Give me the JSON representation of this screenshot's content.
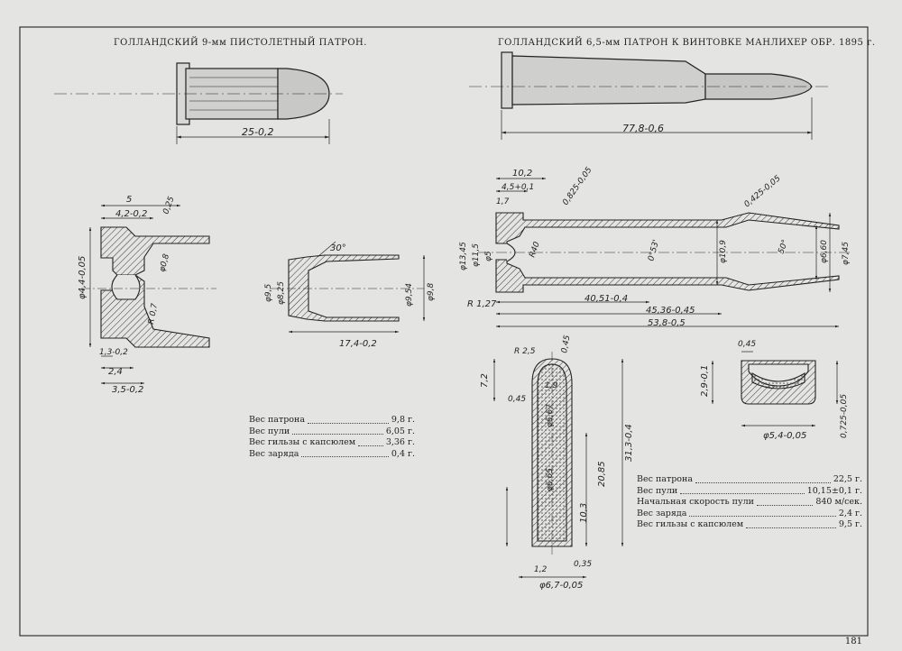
{
  "titles": {
    "pistol": "ГОЛЛАНДСКИЙ 9-мм ПИСТОЛЕТНЫЙ ПАТРОН.",
    "rifle": "ГОЛЛАНДСКИЙ 6,5-мм ПАТРОН К ВИНТОВКЕ МАНЛИХЕР ОБР. 1895 г."
  },
  "pistol_specs": [
    {
      "label": "Вес патрона",
      "value": "9,8 г."
    },
    {
      "label": "Вес пули",
      "value": "6,05 г."
    },
    {
      "label": "Вес гильзы с капсюлем",
      "value": "3,36 г."
    },
    {
      "label": "Вес заряда",
      "value": "0,4 г."
    }
  ],
  "rifle_specs": [
    {
      "label": "Вес патрона",
      "value": "22,5 г."
    },
    {
      "label": "Вес пули",
      "value": "10,15±0,1 г."
    },
    {
      "label": "Начальная скорость пули",
      "value": "840 м/сек."
    },
    {
      "label": "Вес заряда",
      "value": "2,4 г."
    },
    {
      "label": "Вес гильзы с капсюлем",
      "value": "9,5 г."
    }
  ],
  "page_number": "181",
  "dims": {
    "pistol_len": "25-0,2",
    "rifle_len": "77,8-0,6",
    "p_5": "5",
    "p_42": "4,2-0,2",
    "p_025": "0,25",
    "p_44": "φ4,4-0,05",
    "p_08": "φ0,8",
    "p_07": "R 0,7",
    "p_13": "1,3-0,2",
    "p_24": "2,4",
    "p_35": "3,5-0,2",
    "p_30": "30°",
    "p_95": "φ9,5",
    "p_825": "φ8,25",
    "p_954": "φ9,54",
    "p_958": "φ9,8",
    "p_174": "17,4-0,2",
    "r_102": "10,2",
    "r_45": "4,5+0,1",
    "r_17": "1,7",
    "r_0825": "0,825-0,05",
    "r_0425": "0,425-0,05",
    "r_1945": "φ13,45",
    "r_115": "φ11,5",
    "r_5": "φ5",
    "r_r40": "R40",
    "r_053": "0°53'",
    "r_109": "φ10,9",
    "r_50": "50°",
    "r_660": "φ6,60",
    "r_745": "φ7,45",
    "r_127": "R 1,27",
    "r_4051": "40,51-0,4",
    "r_4536": "45,36-0,45",
    "r_538": "53,8-0,5",
    "b_r25": "R 2,5",
    "b_045": "0,45",
    "b_72": "7,2",
    "b_045b": "0,45",
    "b_19": "1,9",
    "b_667": "φ6,67",
    "b_665": "φ6,65",
    "b_2085": "20,85",
    "b_313": "31,3-0,4",
    "b_103": "10,3",
    "b_12": "1,2",
    "b_035": "0,35",
    "b_67": "φ6,7-0,05",
    "c_045": "0,45",
    "c_29": "2,9-0,1",
    "c_54": "φ5,4-0,05",
    "c_0725": "0,725-0,05"
  }
}
